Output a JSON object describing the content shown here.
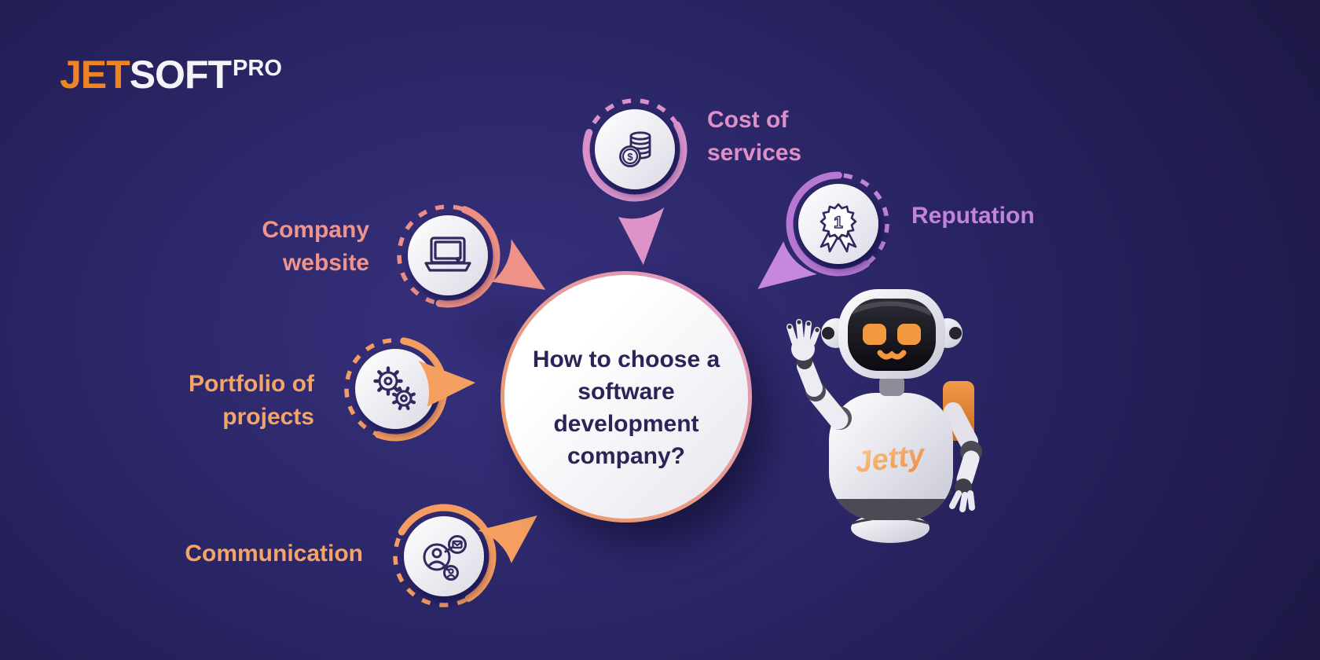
{
  "brand": {
    "jet": "JET",
    "soft": "SOFT",
    "pro": "PRO"
  },
  "center_circle": {
    "title": "How to choose a software development company?",
    "title_lines": [
      "How to choose a",
      "software",
      "development",
      "company?"
    ]
  },
  "factors": [
    {
      "name": "Company website",
      "lines": [
        "Company",
        "website"
      ],
      "icon": "laptop-icon",
      "color": "#ee8f85"
    },
    {
      "name": "Portfolio of projects",
      "lines": [
        "Portfolio of",
        "projects"
      ],
      "icon": "gears-icon",
      "color": "#f49c61"
    },
    {
      "name": "Communication",
      "lines": [
        "Communication"
      ],
      "icon": "people-network-icon",
      "color": "#f49c61"
    },
    {
      "name": "Cost of services",
      "lines": [
        "Cost of",
        "services"
      ],
      "icon": "coins-icon",
      "color": "#d892c9"
    },
    {
      "name": "Reputation",
      "lines": [
        "Reputation"
      ],
      "icon": "award-ribbon-icon",
      "color": "#bd7fd8"
    }
  ],
  "icon_glyphs": {
    "dollar": "$",
    "rank": "1"
  },
  "robot": {
    "chest_label": "Jetty"
  },
  "palette": {
    "background_center": "#36307c",
    "background_edge": "#1e1947",
    "logo_orange": "#ef8426",
    "logo_white": "#f4f3f8",
    "label_salmon": "#ef938b",
    "label_orange": "#f5a468",
    "label_pink": "#de90c6",
    "label_violet": "#c184dc",
    "title_navy": "#2b2457",
    "icon_stroke": "#312a60"
  }
}
